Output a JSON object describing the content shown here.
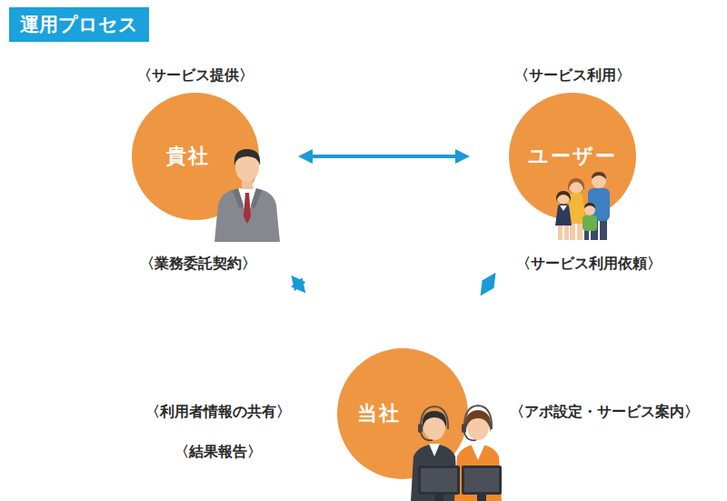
{
  "diagram": {
    "title": "運用プロセス",
    "nodes": [
      {
        "text": [
          "〈サービス提供〉",
          "貴社"
        ]
      },
      {
        "text": [
          "〈サービス利用〉",
          "ユーザー"
        ]
      },
      {
        "text": [
          "当社"
        ]
      }
    ],
    "edges": [
      {
        "from": 0,
        "to": 1,
        "arrow": "both"
      },
      {
        "from": 0,
        "to": 2,
        "arrow": "both"
      },
      {
        "from": 1,
        "to": 2,
        "arrow": "both"
      }
    ],
    "labels": [
      "〈業務委託契約〉",
      "〈サービス利用依頼〉",
      "〈利用者情報の共有〉",
      "〈結果報告〉",
      "〈アポ設定・サービス案内〉"
    ]
  }
}
